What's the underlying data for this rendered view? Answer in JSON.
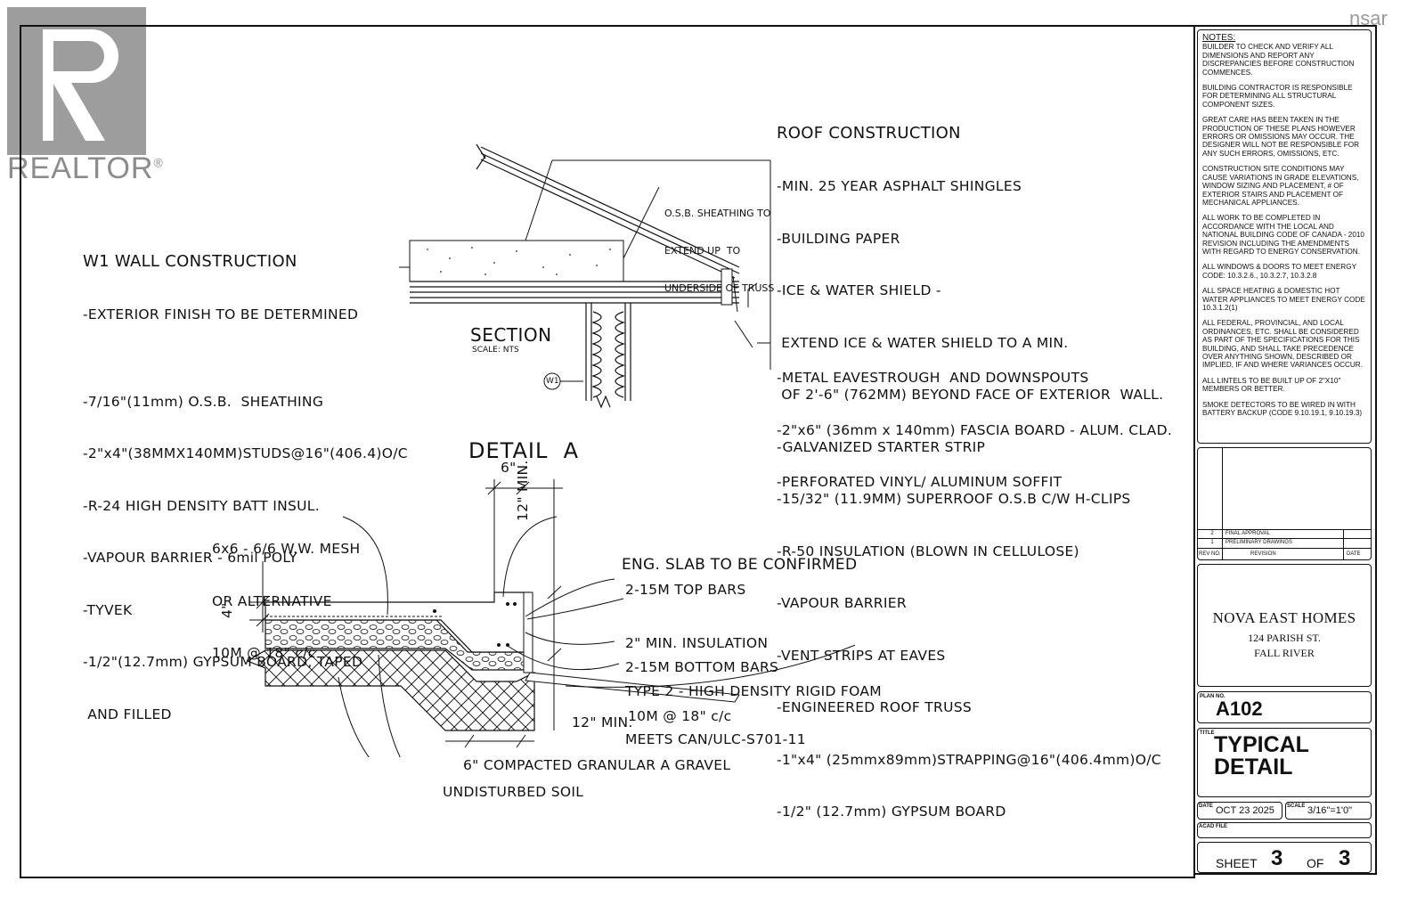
{
  "watermark": {
    "realtor_text": "REALTOR",
    "realtor_reg": "®",
    "nsar_text": "nsar"
  },
  "roof": {
    "title": "ROOF CONSTRUCTION",
    "lines": [
      "-MIN. 25 YEAR ASPHALT SHINGLES",
      "-BUILDING PAPER",
      "-ICE & WATER SHIELD -",
      " EXTEND ICE & WATER SHIELD TO A MIN.",
      " OF 2'-6\" (762MM) BEYOND FACE OF EXTERIOR  WALL.",
      "-GALVANIZED STARTER STRIP",
      "-15/32\" (11.9MM) SUPERROOF O.S.B C/W H-CLIPS",
      "-R-50 INSULATION (BLOWN IN CELLULOSE)",
      "-VAPOUR BARRIER",
      "-VENT STRIPS AT EAVES",
      "-ENGINEERED ROOF TRUSS",
      "-1\"x4\" (25mmx89mm)STRAPPING@16\"(406.4mm)O/C",
      "-1/2\" (12.7mm) GYPSUM BOARD"
    ],
    "eave_lines": [
      "-METAL EAVESTROUGH  AND DOWNSPOUTS",
      "-2\"x6\" (36mm x 140mm) FASCIA BOARD - ALUM. CLAD.",
      "-PERFORATED VINYL/ ALUMINUM SOFFIT"
    ],
    "osb_note": [
      "O.S.B. SHEATHING TO",
      "EXTEND UP  TO",
      "UNDERSIDE OF TRUSS"
    ]
  },
  "wall": {
    "title": "W1 WALL CONSTRUCTION",
    "lines": [
      "-EXTERIOR FINISH TO BE DETERMINED",
      "",
      "-7/16\"(11mm) O.S.B.  SHEATHING",
      "-2\"x4\"(38MMX140MM)STUDS@16\"(406.4)O/C",
      "-R-24 HIGH DENSITY BATT INSUL.",
      "-VAPOUR BARRIER - 6mil POLY",
      "-TYVEK",
      "-1/2\"(12.7mm) GYPSUM BOARD, TAPED",
      " AND FILLED"
    ]
  },
  "section": {
    "title": "SECTION",
    "scale": "SCALE: NTS",
    "tag": "W1"
  },
  "detail": {
    "title": "DETAIL  A",
    "dim_6": "6\"",
    "dim_12min_vertical": "12\" MIN.",
    "dim_4": "4\"",
    "mesh": [
      "6x6 - 6/6 W.W. MESH",
      "OR ALTERNATIVE",
      "10M @ 18\" c/c"
    ],
    "slab": "ENG. SLAB TO BE CONFIRMED",
    "top_bars": "2-15M TOP BARS",
    "insulation": [
      "2\" MIN. INSULATION",
      "TYPE 2 - HIGH DENSITY RIGID FOAM",
      "MEETS CAN/ULC-S701-11"
    ],
    "bottom_bars": "2-15M BOTTOM BARS",
    "dim_12min": "12\" MIN.",
    "rebar": "10M @ 18\" c/c",
    "gravel": "6\" COMPACTED GRANULAR A GRAVEL",
    "soil": "UNDISTURBED SOIL"
  },
  "titleblock": {
    "notes_heading": "NOTES:",
    "notes": [
      "BUILDER TO CHECK AND  VERIFY ALL DIMENSIONS AND REPORT ANY DISCREPANCIES BEFORE CONSTRUCTION COMMENCES.",
      "BUILDING CONTRACTOR IS RESPONSIBLE FOR DETERMINING ALL STRUCTURAL COMPONENT SIZES.",
      "GREAT CARE HAS BEEN TAKEN IN THE PRODUCTION OF THESE PLANS HOWEVER ERRORS OR OMISSIONS MAY OCCUR. THE DESIGNER WILL NOT BE RESPONSIBLE FOR ANY SUCH ERRORS, OMISSIONS, ETC.",
      "CONSTRUCTION SITE CONDITIONS MAY CAUSE VARIATIONS IN GRADE ELEVATIONS, WINDOW SIZING AND PLACEMENT, # OF EXTERIOR STAIRS AND PLACEMENT OF MECHANICAL APPLIANCES.",
      "ALL WORK TO BE COMPLETED IN ACCORDANCE WITH THE LOCAL AND NATIONAL BUILDING CODE OF CANADA - 2010 REVISION INCLUDING THE AMENDMENTS WITH REGARD TO ENERGY CONSERVATION.",
      "ALL WINDOWS & DOORS TO MEET ENERGY CODE: 10.3.2.6., 10.3.2.7, 10.3.2.8",
      "ALL SPACE HEATING & DOMESTIC HOT WATER APPLIANCES TO MEET ENERGY CODE 10.3.1.2(1)",
      "ALL FEDERAL, PROVINCIAL, AND LOCAL ORDINANCES, ETC. SHALL BE CONSIDERED AS PART OF THE SPECIFICATIONS FOR THIS BUILDING, AND SHALL TAKE PRECEDENCE OVER ANYTHING SHOWN, DESCRIBED OR IMPLIED, IF AND WHERE VARIANCES OCCUR.",
      "ALL LINTELS TO BE BUILT UP OF 2\"X10\" MEMBERS OR BETTER.",
      "SMOKE DETECTORS TO BE WIRED IN WITH BATTERY BACKUP (CODE 9.10.19.1, 9.10.19.3)"
    ],
    "revisions": [
      {
        "no": "2",
        "desc": "FINAL APPROVAL"
      },
      {
        "no": "1",
        "desc": "PRELIMINARY DRAWINGS"
      }
    ],
    "rev_head": {
      "no": "REV NO.",
      "desc": "REVISION",
      "date": "DATE"
    },
    "company": "NOVA EAST HOMES",
    "address1": "124 PARISH ST.",
    "address2": "FALL RIVER",
    "plan_label": "PLAN NO.",
    "plan_no": "A102",
    "title_label": "TITLE",
    "title_line1": "TYPICAL",
    "title_line2": "DETAIL",
    "date_label": "DATE",
    "date": "OCT 23 2025",
    "scale_label": "SCALE",
    "scale": "3/16\"=1'0\"",
    "acad_label": "ACAD FILE",
    "sheet_label": "SHEET",
    "sheet_no": "3",
    "of_label": "OF",
    "sheet_total": "3"
  }
}
